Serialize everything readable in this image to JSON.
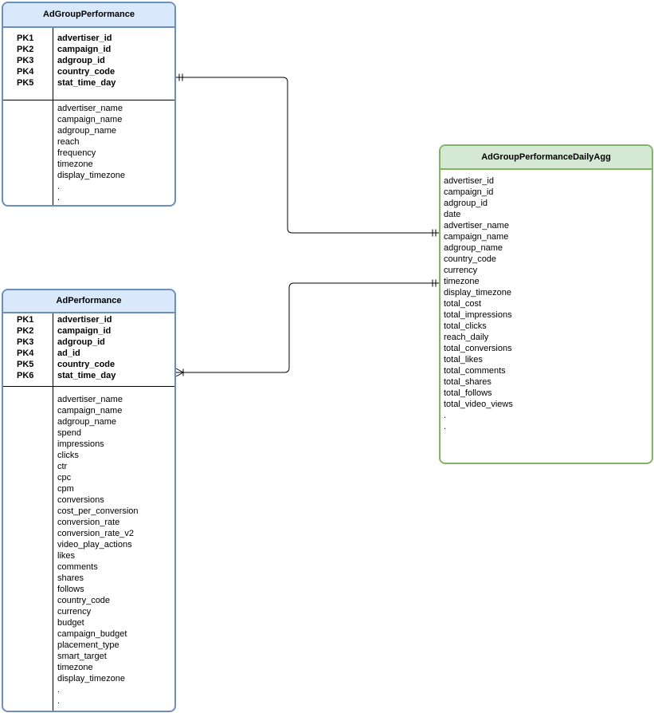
{
  "entities": {
    "adgroup_performance": {
      "title": "AdGroupPerformance",
      "pk_labels": [
        "PK1",
        "PK2",
        "PK3",
        "PK4",
        "PK5"
      ],
      "pk_fields": [
        "advertiser_id",
        "campaign_id",
        "adgroup_id",
        "country_code",
        "stat_time_day"
      ],
      "fields": [
        "advertiser_name",
        "campaign_name",
        "adgroup_name",
        "reach",
        "frequency",
        "timezone",
        "display_timezone",
        ".",
        "."
      ]
    },
    "ad_performance": {
      "title": "AdPerformance",
      "pk_labels": [
        "PK1",
        "PK2",
        "PK3",
        "PK4",
        "PK5",
        "PK6"
      ],
      "pk_fields": [
        "advertiser_id",
        "campaign_id",
        "adgroup_id",
        "ad_id",
        "country_code",
        "stat_time_day"
      ],
      "fields": [
        "advertiser_name",
        "campaign_name",
        "adgroup_name",
        "spend",
        "impressions",
        "clicks",
        "ctr",
        "cpc",
        "cpm",
        "conversions",
        "cost_per_conversion",
        "conversion_rate",
        "conversion_rate_v2",
        "video_play_actions",
        "likes",
        "comments",
        "shares",
        "follows",
        "country_code",
        "currency",
        "budget",
        "campaign_budget",
        "placement_type",
        "smart_target",
        "timezone",
        "display_timezone",
        ".",
        "."
      ]
    },
    "adgroup_performance_daily_agg": {
      "title": "AdGroupPerformanceDailyAgg",
      "fields": [
        "advertiser_id",
        "campaign_id",
        "adgroup_id",
        "date",
        "advertiser_name",
        "campaign_name",
        "adgroup_name",
        "country_code",
        "currency",
        "timezone",
        "display_timezone",
        "total_cost",
        "total_impressions",
        "total_clicks",
        "reach_daily",
        "total_conversions",
        "total_likes",
        "total_comments",
        "total_shares",
        "total_follows",
        "total_video_views",
        ".",
        "."
      ]
    }
  },
  "colors": {
    "blue_border": "#6c8ebf",
    "blue_header": "#dae8fc",
    "green_border": "#82b366",
    "green_header": "#d5e8d4"
  }
}
